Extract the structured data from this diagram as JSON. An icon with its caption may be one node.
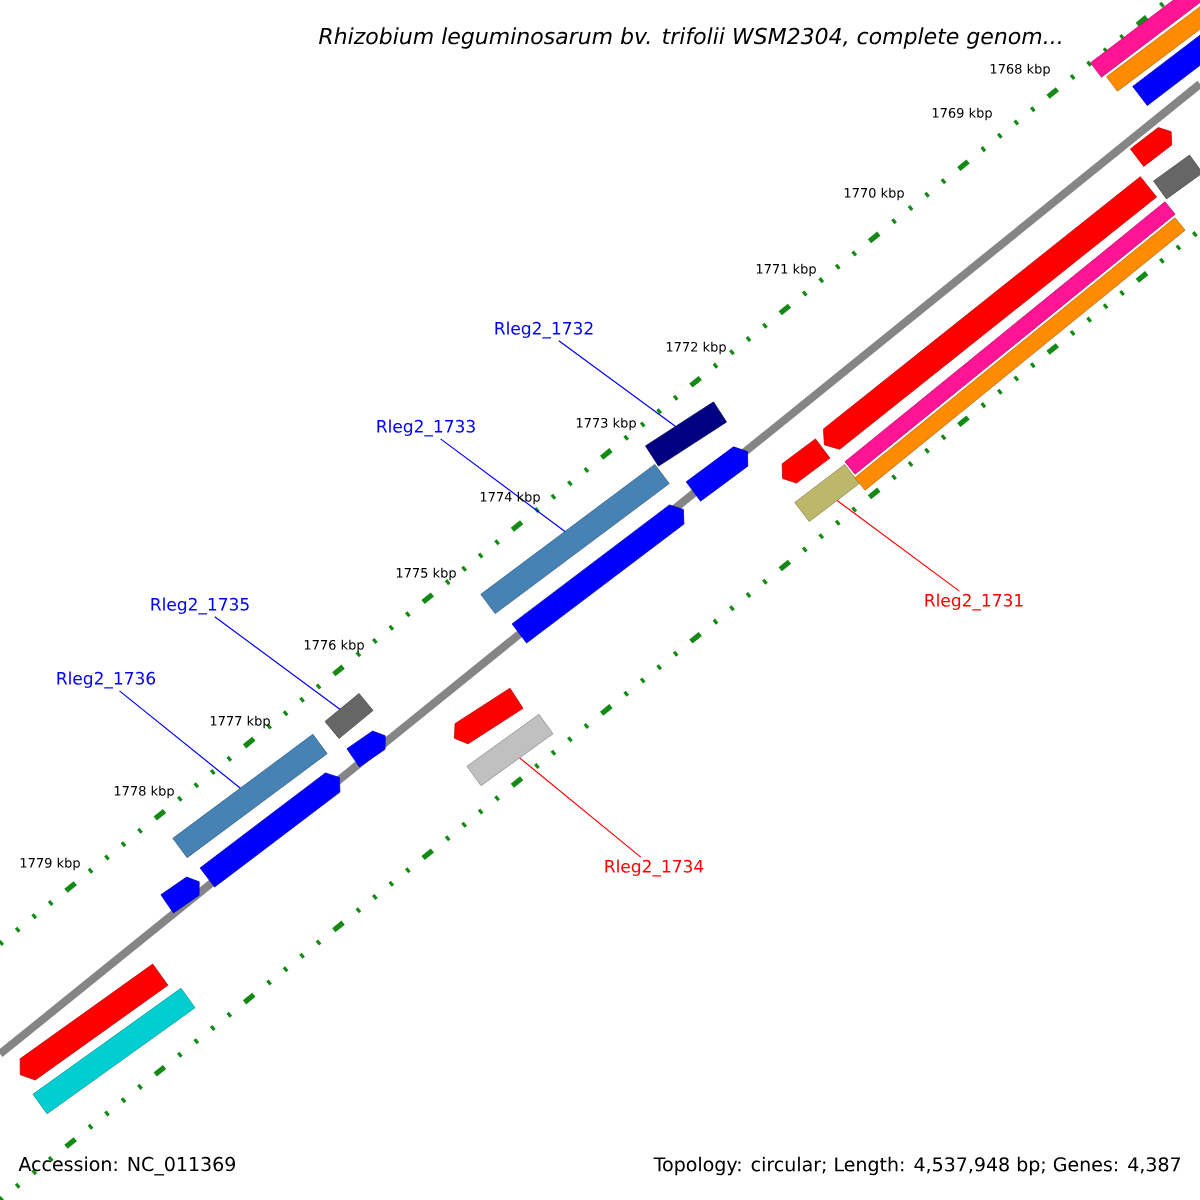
{
  "diagram": {
    "title": "Rhizobium leguminosarum bv. trifolii WSM2304, complete genom...",
    "nodes": [
      {
        "text": [
          "Rleg2_1732"
        ]
      },
      {
        "text": [],
        "shape": "bar"
      },
      {
        "text": [
          "Rleg2_1733"
        ]
      },
      {
        "text": [],
        "shape": "bar"
      },
      {
        "text": [
          "Rleg2_1735"
        ]
      },
      {
        "text": [],
        "shape": "bar"
      },
      {
        "text": [
          "Rleg2_1736"
        ]
      },
      {
        "text": [],
        "shape": "bar"
      },
      {
        "text": [
          "Rleg2_1731"
        ]
      },
      {
        "text": [],
        "shape": "bar"
      },
      {
        "text": [
          "Rleg2_1734"
        ]
      },
      {
        "text": [],
        "shape": "bar"
      },
      {
        "text": [],
        "shape": "arrow"
      },
      {
        "text": [],
        "shape": "arrow"
      },
      {
        "text": [],
        "shape": "arrow"
      },
      {
        "text": [],
        "shape": "arrow"
      },
      {
        "text": [],
        "shape": "arrow"
      },
      {
        "text": [],
        "shape": "bar"
      },
      {
        "text": [],
        "shape": "bar"
      },
      {
        "text": [],
        "shape": "bar"
      },
      {
        "text": [],
        "shape": "arrow"
      },
      {
        "text": [],
        "shape": "arrow"
      },
      {
        "text": [],
        "shape": "bar"
      },
      {
        "text": [],
        "shape": "bar"
      },
      {
        "text": [],
        "shape": "bar"
      },
      {
        "text": [],
        "shape": "arrow"
      },
      {
        "text": [],
        "shape": "arrow"
      },
      {
        "text": [],
        "shape": "arrow"
      },
      {
        "text": [],
        "shape": "bar"
      }
    ],
    "edges": [
      {
        "from": 0,
        "to": 1,
        "arrow": "none"
      },
      {
        "from": 2,
        "to": 3,
        "arrow": "none"
      },
      {
        "from": 4,
        "to": 5,
        "arrow": "none"
      },
      {
        "from": 6,
        "to": 7,
        "arrow": "none"
      },
      {
        "from": 8,
        "to": 9,
        "arrow": "none",
        "color": "#ff0000"
      },
      {
        "from": 10,
        "to": 11,
        "arrow": "none",
        "color": "#ff0000"
      }
    ],
    "labels": [
      "1768 kbp",
      "1769 kbp",
      "1770 kbp",
      "1771 kbp",
      "1772 kbp",
      "1773 kbp",
      "1774 kbp",
      "1775 kbp",
      "1776 kbp",
      "1777 kbp",
      "1778 kbp",
      "1779 kbp",
      "Accession: NC_011369",
      "Topology: circular; Length: 4,537,948 bp; Genes: 4,387"
    ]
  }
}
